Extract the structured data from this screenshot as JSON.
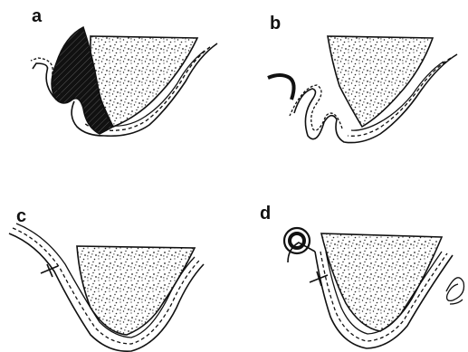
{
  "figure": {
    "panels": [
      {
        "letter": "a"
      },
      {
        "letter": "b"
      },
      {
        "letter": "c"
      },
      {
        "letter": "d"
      }
    ]
  }
}
